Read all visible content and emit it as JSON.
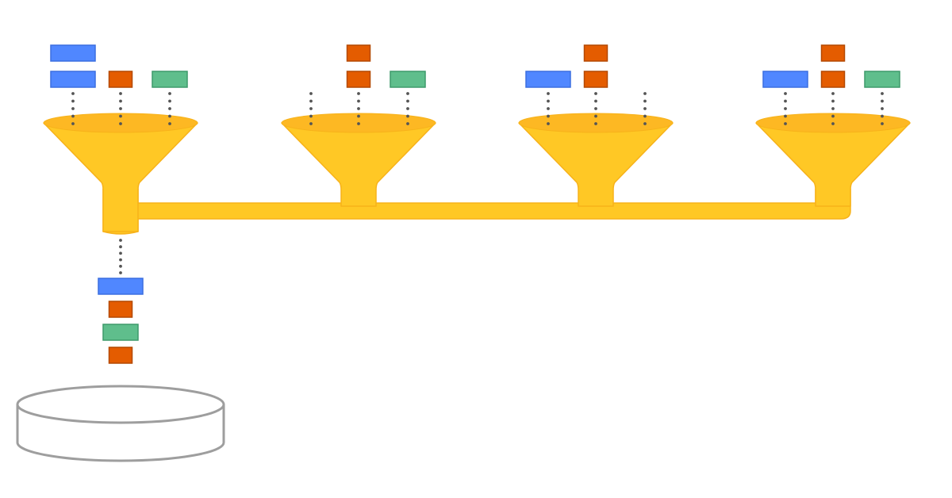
{
  "colors": {
    "background": "#ffffff",
    "funnel_fill": "#FFC825",
    "funnel_rim": "#FDB823",
    "funnel_edge": "#F7B21A",
    "blue_fill": "#5087FF",
    "blue_stroke": "#3B6FE0",
    "orange_fill": "#E45C00",
    "orange_stroke": "#B44800",
    "green_fill": "#5FBE8C",
    "green_stroke": "#3E9A6B",
    "dots": "#555555",
    "storage_stroke": "#9E9E9E"
  },
  "diagram": {
    "funnels": [
      {
        "name": "funnel-1",
        "columns": [
          [
            "blue",
            "blue"
          ],
          [
            "orange"
          ],
          [
            "green"
          ]
        ]
      },
      {
        "name": "funnel-2",
        "columns": [
          [],
          [
            "orange",
            "orange"
          ],
          [
            "green"
          ]
        ]
      },
      {
        "name": "funnel-3",
        "columns": [
          [
            "blue"
          ],
          [
            "orange",
            "orange"
          ],
          []
        ]
      },
      {
        "name": "funnel-4",
        "columns": [
          [
            "blue"
          ],
          [
            "orange",
            "orange"
          ],
          [
            "green"
          ]
        ]
      }
    ],
    "output_stack": [
      "blue",
      "orange",
      "green",
      "orange"
    ],
    "storage_icon": "database-disk-icon"
  }
}
